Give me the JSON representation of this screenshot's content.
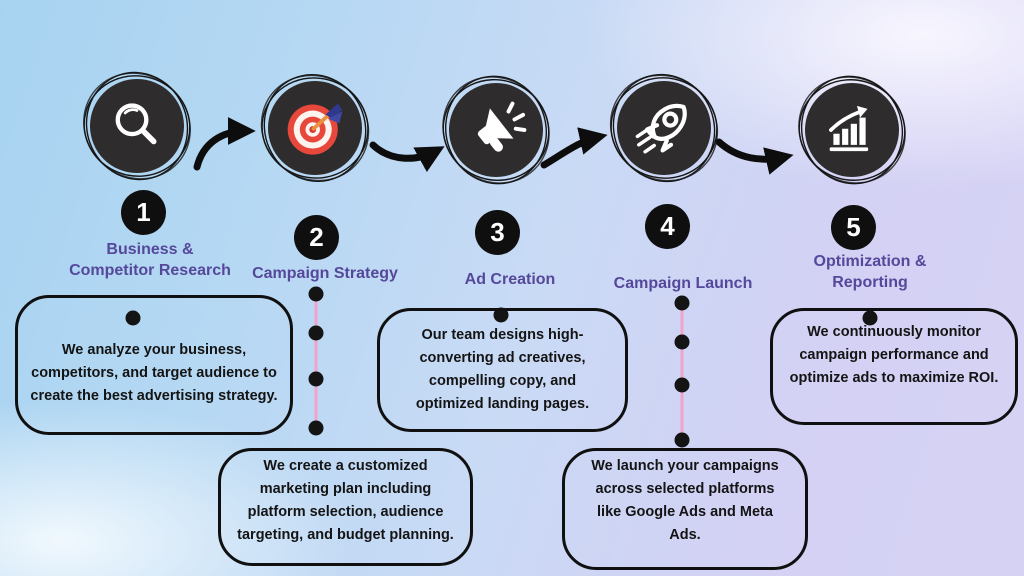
{
  "steps": [
    {
      "number": "1",
      "label": "Business &\nCompetitor Research",
      "icon": "search-icon",
      "description": "We analyze your business,\ncompetitors, and target audience to\ncreate the best advertising strategy."
    },
    {
      "number": "2",
      "label": "Campaign Strategy",
      "icon": "target-icon",
      "description": "We create a customized\nmarketing plan including\nplatform selection, audience\ntargeting, and budget planning."
    },
    {
      "number": "3",
      "label": "Ad Creation",
      "icon": "megaphone-icon",
      "description": "Our team designs high-\nconverting ad creatives,\ncompelling copy, and\noptimized landing pages."
    },
    {
      "number": "4",
      "label": "Campaign Launch",
      "icon": "rocket-icon",
      "description": "We launch your campaigns\nacross selected platforms\nlike Google Ads and Meta\nAds."
    },
    {
      "number": "5",
      "label": "Optimization &\nReporting",
      "icon": "chart-growth-icon",
      "description": "We continuously monitor\ncampaign performance and\noptimize ads to maximize ROI."
    }
  ],
  "colors": {
    "background_blue": "#a7d3f1",
    "background_lavender": "#d6d2f4",
    "circle_dark": "#2e2c2c",
    "label_purple": "#55489b",
    "line_black": "#101010",
    "connector_pink": "#f2a3cb",
    "target_red": "#e8483c",
    "dart_navy": "#2f3a8f",
    "dart_orange": "#e8913f"
  }
}
